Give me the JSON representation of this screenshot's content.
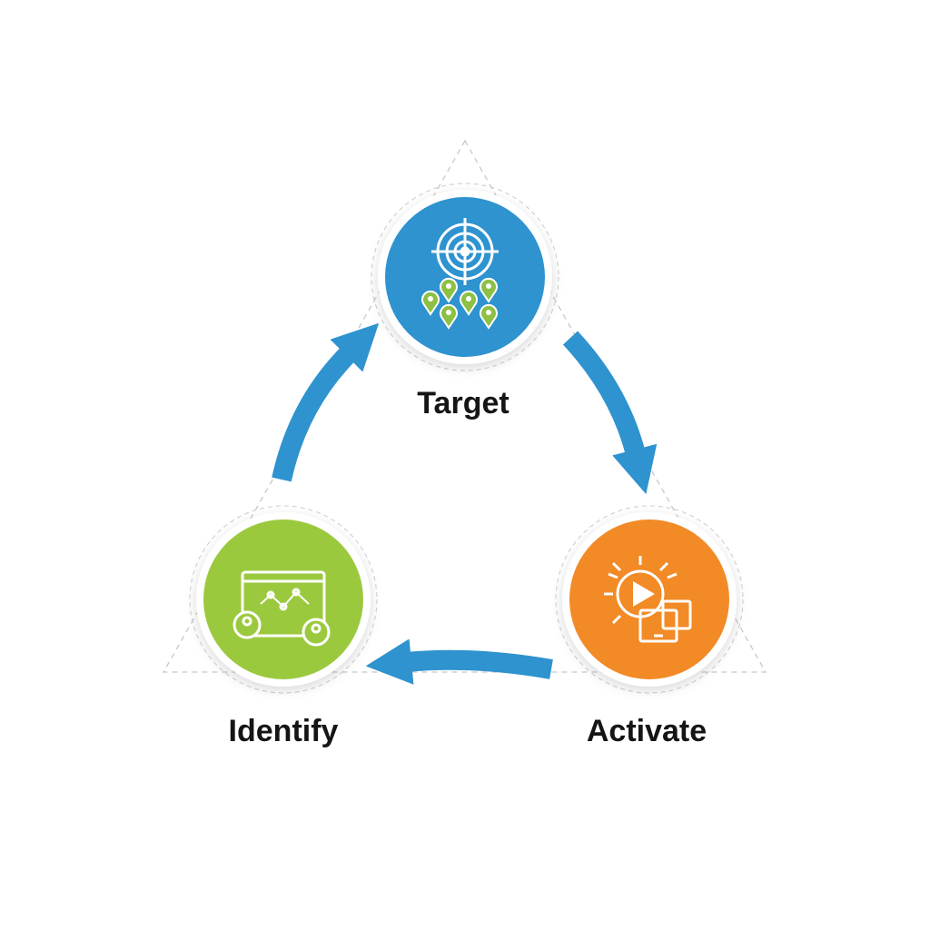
{
  "stages": [
    {
      "label": "Target",
      "icon": "target-crosshair-with-people-pins-icon",
      "color": "#2E93CF"
    },
    {
      "label": "Activate",
      "icon": "play-button-with-devices-icon",
      "color": "#F28A26"
    },
    {
      "label": "Identify",
      "icon": "browser-network-people-icon",
      "color": "#9BC93E"
    }
  ],
  "colors": {
    "arrow": "#2E93CF",
    "pin": "#8DC043"
  }
}
